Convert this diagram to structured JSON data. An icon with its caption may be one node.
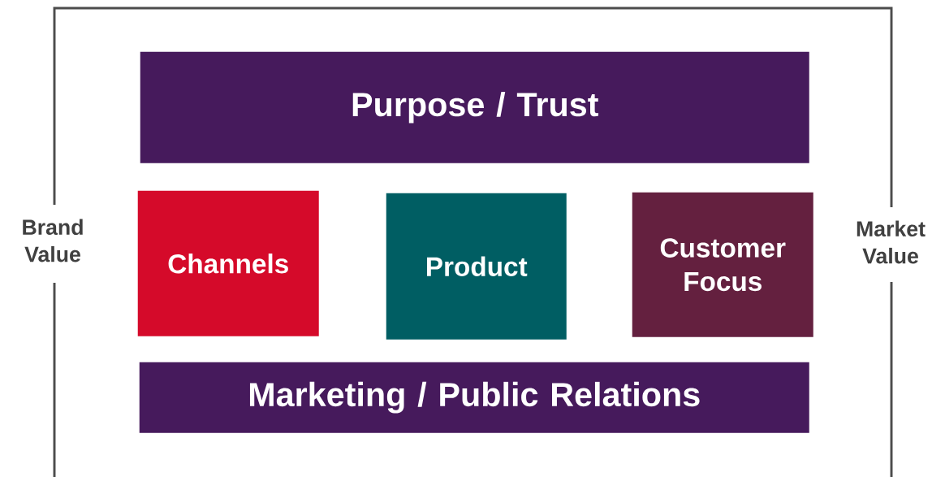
{
  "diagram": {
    "nodes": [
      {
        "text": [
          "Brand Value",
          "Market Value"
        ]
      },
      {
        "text": [
          "Purpose / Trust"
        ],
        "in": 0
      },
      {
        "text": [
          "Channels"
        ],
        "in": 0
      },
      {
        "text": [
          "Product"
        ],
        "in": 0
      },
      {
        "text": [
          "Customer Focus"
        ],
        "in": 0
      },
      {
        "text": [
          "Marketing / Public Relations"
        ],
        "in": 0
      }
    ]
  }
}
